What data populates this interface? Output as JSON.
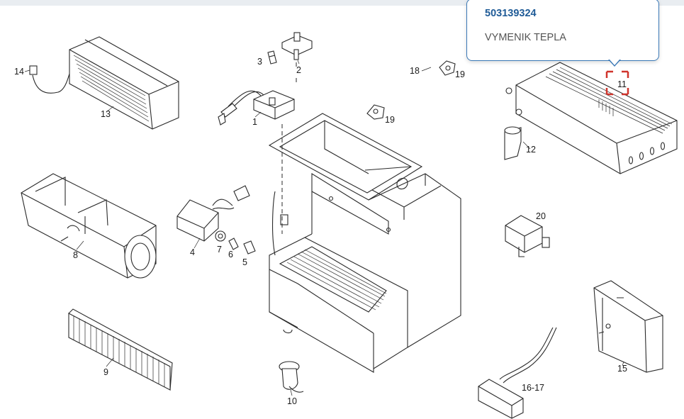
{
  "tooltip": {
    "part_number": "503139324",
    "part_name": "VYMENIK TEPLA"
  },
  "highlight_color": "#d0342c",
  "accent_color": "#1f5b97",
  "callouts": [
    {
      "id": "1",
      "text": "1"
    },
    {
      "id": "2",
      "text": "2"
    },
    {
      "id": "3",
      "text": "3"
    },
    {
      "id": "4",
      "text": "4"
    },
    {
      "id": "5",
      "text": "5"
    },
    {
      "id": "6",
      "text": "6"
    },
    {
      "id": "7",
      "text": "7"
    },
    {
      "id": "8",
      "text": "8"
    },
    {
      "id": "9",
      "text": "9"
    },
    {
      "id": "10",
      "text": "10"
    },
    {
      "id": "11",
      "text": "11"
    },
    {
      "id": "12",
      "text": "12"
    },
    {
      "id": "13",
      "text": "13"
    },
    {
      "id": "14",
      "text": "14"
    },
    {
      "id": "15",
      "text": "15"
    },
    {
      "id": "16-17",
      "text": "16-17"
    },
    {
      "id": "18",
      "text": "18"
    },
    {
      "id": "19a",
      "text": "19"
    },
    {
      "id": "19b",
      "text": "19"
    },
    {
      "id": "20",
      "text": "20"
    }
  ]
}
